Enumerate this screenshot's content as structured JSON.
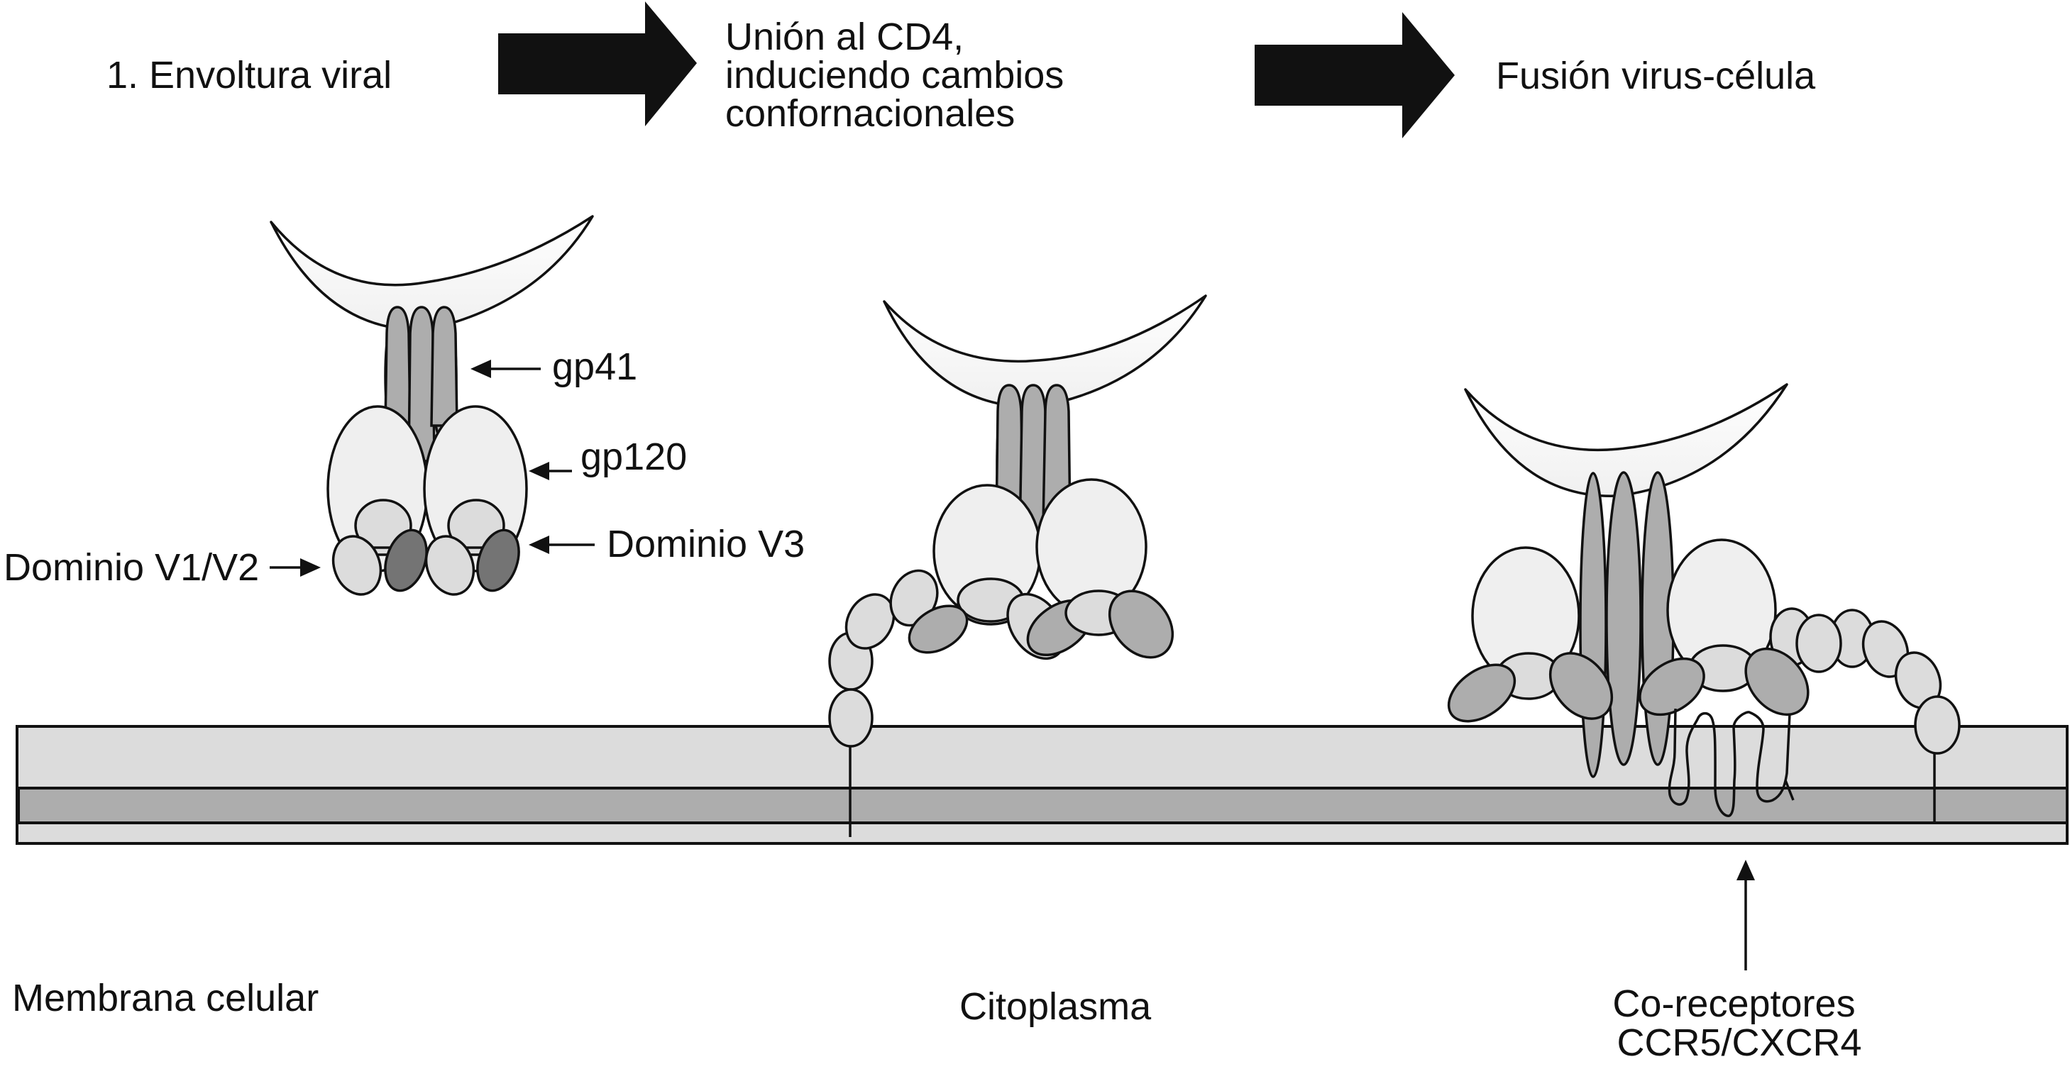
{
  "steps": {
    "step1": "1. Envoltura viral",
    "step2_lines": [
      "Unión al CD4,",
      "induciendo cambios",
      "confornacionales"
    ],
    "step3": "Fusión virus-célula"
  },
  "labels": {
    "gp41": "gp41",
    "gp120": "gp120",
    "v3": "Dominio V3",
    "v1v2": "Dominio V1/V2",
    "membrane": "Membrana celular",
    "cytoplasm": "Citoplasma",
    "coreceptor_lines": [
      "Co-receptores",
      "CCR5/CXCR4"
    ]
  },
  "colors": {
    "outline": "#111111",
    "envelope": "#f5f5f5",
    "gp41": "#adadad",
    "gp120": "#efefef",
    "domain_light": "#dcdcdc",
    "domain_v3": "#747474",
    "membrane_outer": "#dcdcdc",
    "membrane_core": "#adadad"
  }
}
